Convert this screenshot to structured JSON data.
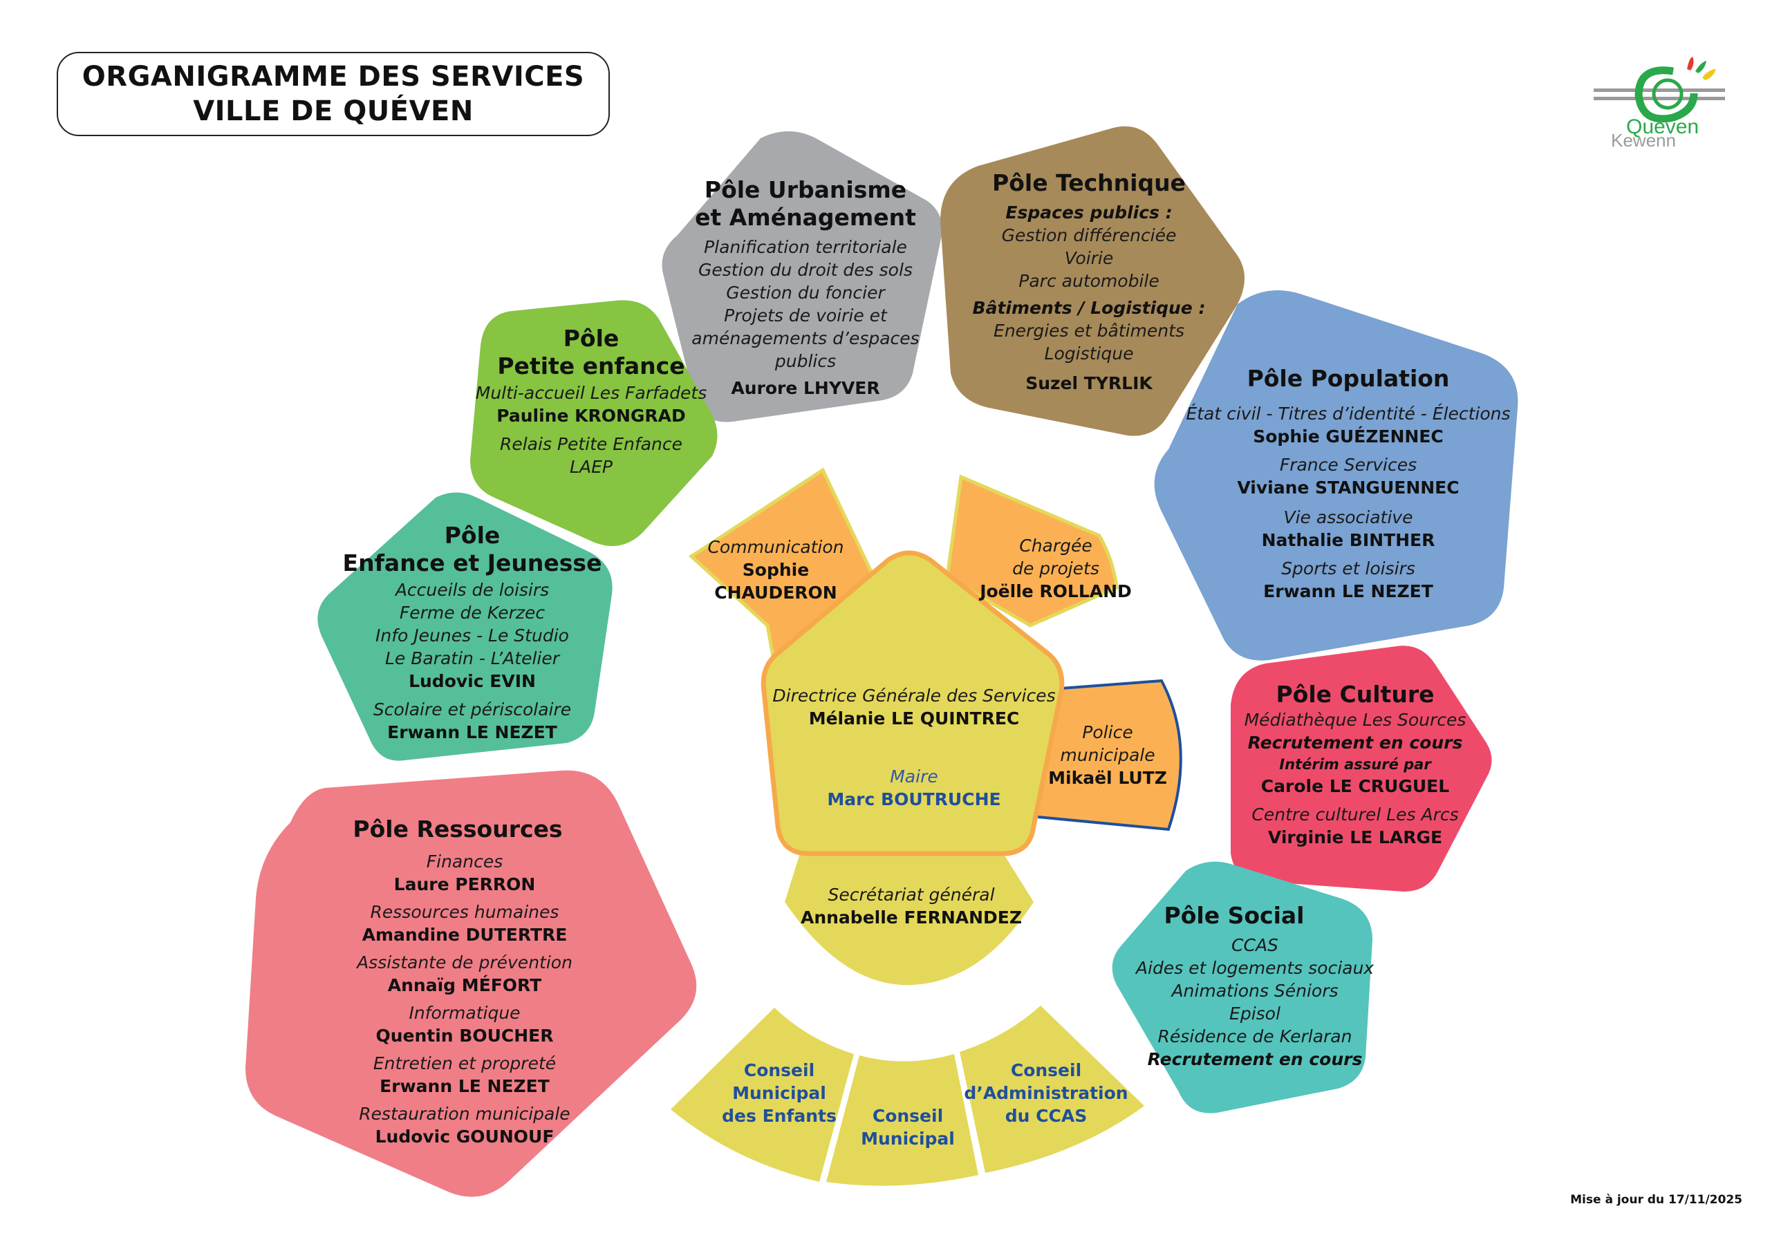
{
  "header": {
    "title_line1": "ORGANIGRAMME DES SERVICES",
    "title_line2": "VILLE DE QUÉVEN"
  },
  "logo": {
    "text_main": "Quéven",
    "text_sub": "Kewenn",
    "colors": {
      "green": "#2aa84a",
      "grey": "#9a9a9a",
      "red": "#e53b2c",
      "yellow": "#f3c61d"
    }
  },
  "colors": {
    "urbanisme": "#a7a9ac",
    "technique": "#a78a5a",
    "population": "#7aa2d2",
    "petite_enfance": "#86c442",
    "enfance_jeunesse": "#55bf99",
    "ressources": "#f07e87",
    "culture": "#ee4b6a",
    "social": "#55c4bd",
    "center_yellow": "#e4d85a",
    "orange": "#fbb153",
    "blue_text": "#1f4f9c"
  },
  "poles": {
    "urbanisme": {
      "title_line1": "Pôle Urbanisme",
      "title_line2": "et Aménagement",
      "services": [
        "Planification territoriale",
        "Gestion du droit des sols",
        "Gestion du foncier",
        "Projets de voirie et",
        "aménagements d’espaces",
        "publics"
      ],
      "head": "Aurore LHYVER"
    },
    "technique": {
      "title": "Pôle Technique",
      "section1": "Espaces publics :",
      "section1_items": [
        "Gestion différenciée",
        "Voirie",
        "Parc automobile"
      ],
      "section2": "Bâtiments / Logistique :",
      "section2_items": [
        "Energies et bâtiments",
        "Logistique"
      ],
      "head": "Suzel TYRLIK"
    },
    "petite_enfance": {
      "title_line1": "Pôle",
      "title_line2": "Petite enfance",
      "service1": "Multi-accueil Les Farfadets",
      "head1": "Pauline KRONGRAD",
      "service2": "Relais Petite Enfance",
      "service3": "LAEP"
    },
    "population": {
      "title": "Pôle Population",
      "units": [
        {
          "service": "État civil - Titres d’identité - Élections",
          "head": "Sophie GUÉZENNEC"
        },
        {
          "service": "France Services",
          "head": "Viviane STANGUENNEC"
        },
        {
          "service": "Vie associative",
          "head": "Nathalie BINTHER"
        },
        {
          "service": "Sports et loisirs",
          "head": "Erwann LE NEZET"
        }
      ]
    },
    "enfance_jeunesse": {
      "title_line1": "Pôle",
      "title_line2": "Enfance et Jeunesse",
      "services": [
        "Accueils de loisirs",
        "Ferme de Kerzec",
        "Info Jeunes - Le Studio",
        "Le Baratin - L’Atelier"
      ],
      "head1": "Ludovic EVIN",
      "service2": "Scolaire et périscolaire",
      "head2": "Erwann LE NEZET"
    },
    "culture": {
      "title": "Pôle Culture",
      "service1": "Médiathèque Les Sources",
      "status1": "Recrutement en cours",
      "interim_label": "Intérim assuré par",
      "interim_head": "Carole LE CRUGUEL",
      "service2": "Centre culturel Les Arcs",
      "head2": "Virginie LE LARGE"
    },
    "ressources": {
      "title": "Pôle Ressources",
      "units": [
        {
          "service": "Finances",
          "head": "Laure PERRON"
        },
        {
          "service": "Ressources humaines",
          "head": "Amandine DUTERTRE"
        },
        {
          "service": "Assistante de prévention",
          "head": "Annaïg MÉFORT"
        },
        {
          "service": "Informatique",
          "head": "Quentin BOUCHER"
        },
        {
          "service": "Entretien et propreté",
          "head": "Erwann LE NEZET"
        },
        {
          "service": "Restauration municipale",
          "head": "Ludovic GOUNOUF"
        }
      ]
    },
    "social": {
      "title": "Pôle Social",
      "services": [
        "CCAS",
        "Aides et logements sociaux",
        "Animations Séniors",
        "Episol",
        "Résidence de Kerlaran"
      ],
      "status": "Recrutement en cours"
    }
  },
  "center": {
    "dgs_role": "Directrice Générale des Services",
    "dgs_name": "Mélanie LE QUINTREC",
    "mayor_role": "Maire",
    "mayor_name": "Marc BOUTRUCHE",
    "communication": {
      "role": "Communication",
      "name_line1": "Sophie",
      "name_line2": "CHAUDERON"
    },
    "projets": {
      "role_line1": "Chargée",
      "role_line2": "de projets",
      "name": "Joëlle ROLLAND"
    },
    "police": {
      "role_line1": "Police",
      "role_line2": "municipale",
      "name": "Mikaël LUTZ"
    },
    "secretariat": {
      "role": "Secrétariat général",
      "name": "Annabelle FERNANDEZ"
    }
  },
  "councils": [
    {
      "lines": [
        "Conseil",
        "Municipal",
        "des Enfants"
      ]
    },
    {
      "lines": [
        "Conseil",
        "Municipal"
      ]
    },
    {
      "lines": [
        "Conseil",
        "d’Administration",
        "du CCAS"
      ]
    }
  ],
  "footer": {
    "updated": "Mise à jour du 17/11/2025"
  }
}
